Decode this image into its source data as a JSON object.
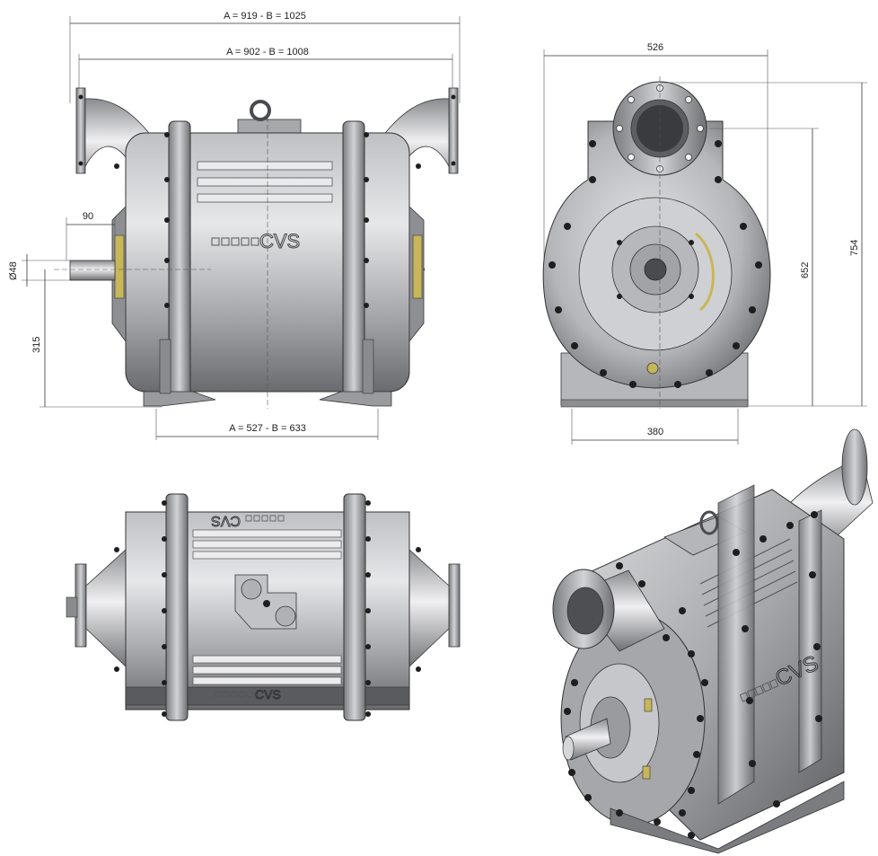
{
  "colors": {
    "background": "#ffffff",
    "metal_dark": "#5f6063",
    "metal_mid": "#9ea0a3",
    "metal_light": "#dcdde0",
    "bolt": "#1e1e1e",
    "fitting": "#c7b65a"
  },
  "side_view": {
    "brand": "CVS",
    "dim_overall_top": "A = 919  -  B = 1025",
    "dim_overall_second": "A = 902  -  B = 1008",
    "dim_shaft_length": "90",
    "dim_shaft_diameter": "Ø48",
    "dim_shaft_height": "315",
    "dim_feet_spacing": "A = 527  -  B = 633"
  },
  "end_view": {
    "dim_width": "526",
    "dim_inlet_height": "652",
    "dim_total_height": "754",
    "dim_base_width": "380"
  },
  "top_view": {
    "brand_top": "CVS",
    "brand_bottom": "CVS"
  },
  "iso_view": {
    "brand": "CVS"
  }
}
